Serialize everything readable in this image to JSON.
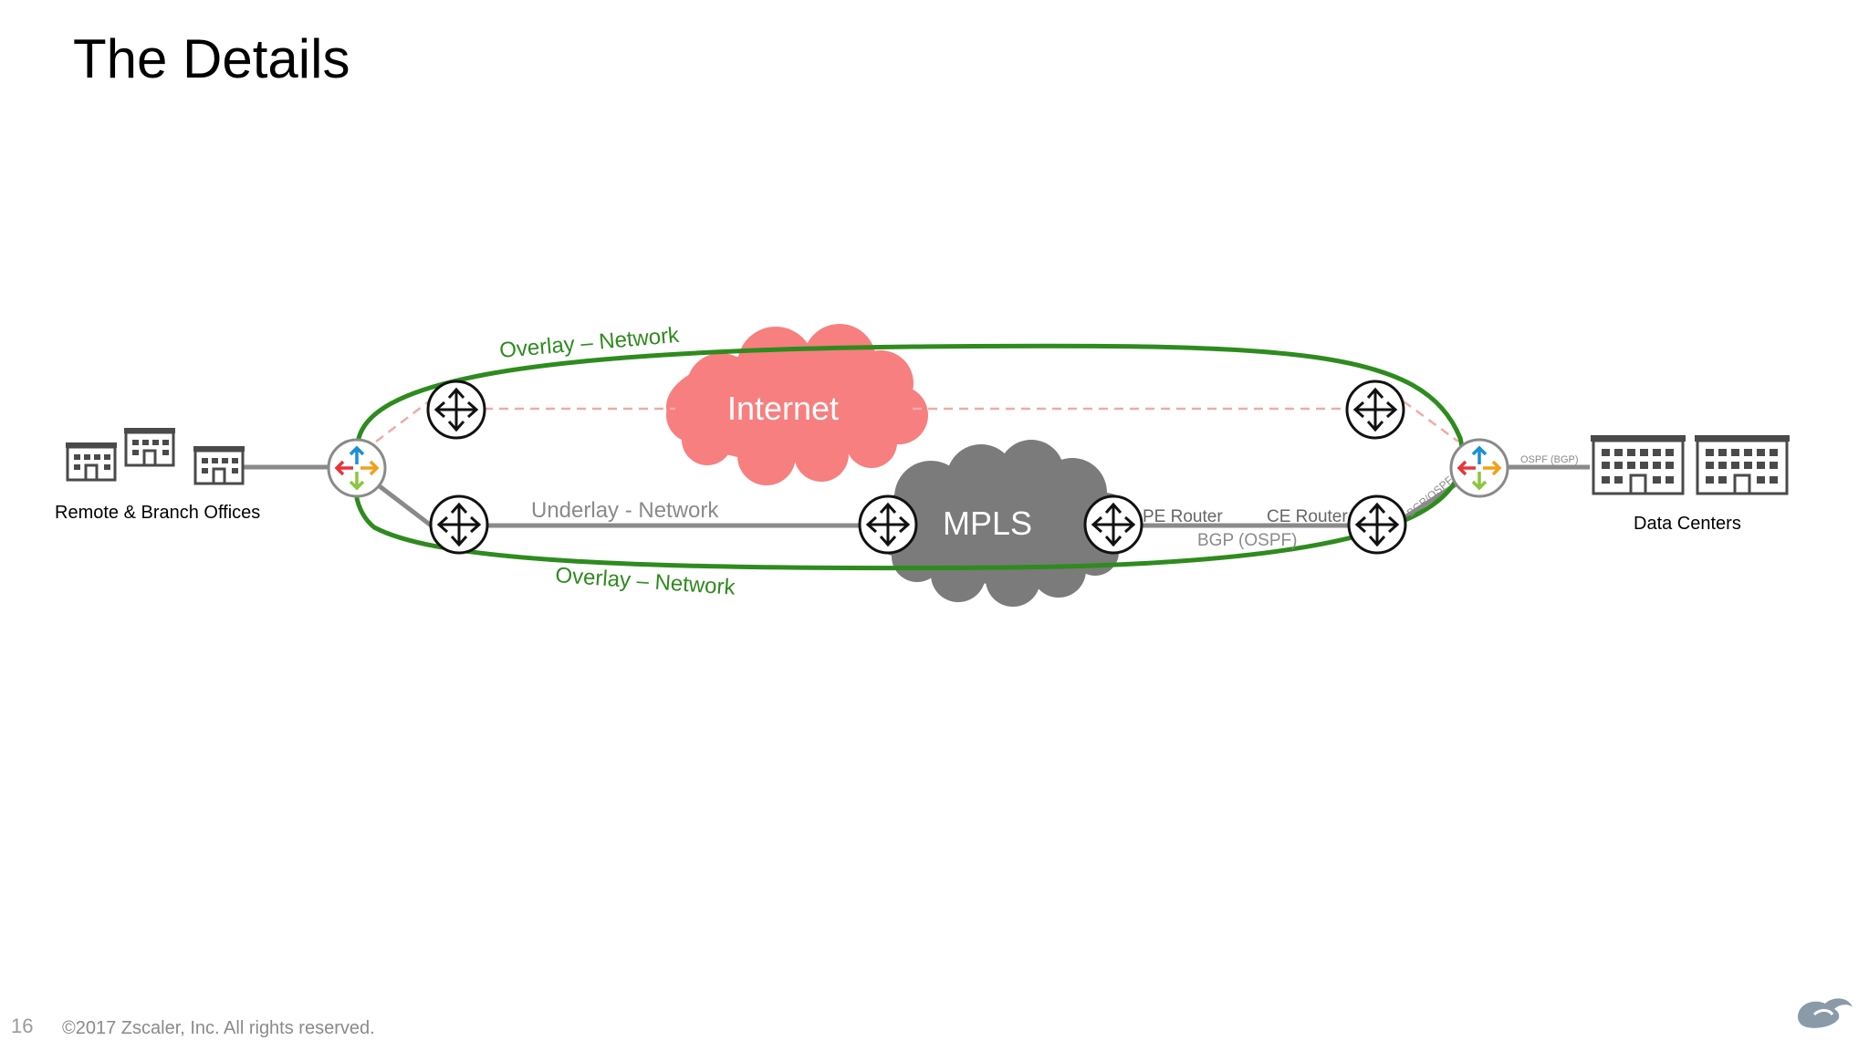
{
  "slide": {
    "title": "The Details",
    "page_number": "16",
    "copyright": "©2017 Zscaler, Inc. All rights reserved."
  },
  "diagram": {
    "left_site_label": "Remote & Branch Offices",
    "right_site_label": "Data Centers",
    "internet_label": "Internet",
    "mpls_label": "MPLS",
    "overlay_label": "Overlay – Network",
    "underlay_label": "Underlay - Network",
    "pe_router_label": "PE Router",
    "ce_router_label": "CE Router",
    "bgp_ospf_label": "BGP (OSPF)",
    "bgp_ospf_vertical_label": "BGP/OSPF",
    "ospf_bgp_small_label": "OSPF (BGP)"
  },
  "colors": {
    "overlay_green": "#2e8b1e",
    "internet_cloud": "#f77f7f",
    "mpls_cloud": "#7b7b7b",
    "underlay_gray": "#8a8a8a",
    "dashed_pink": "#f2a9a9"
  },
  "icons": {
    "router": "router-icon",
    "sdwan_edge": "sdwan-edge-icon",
    "building": "building-icon",
    "brand_logo": "zscaler-logo-icon"
  }
}
